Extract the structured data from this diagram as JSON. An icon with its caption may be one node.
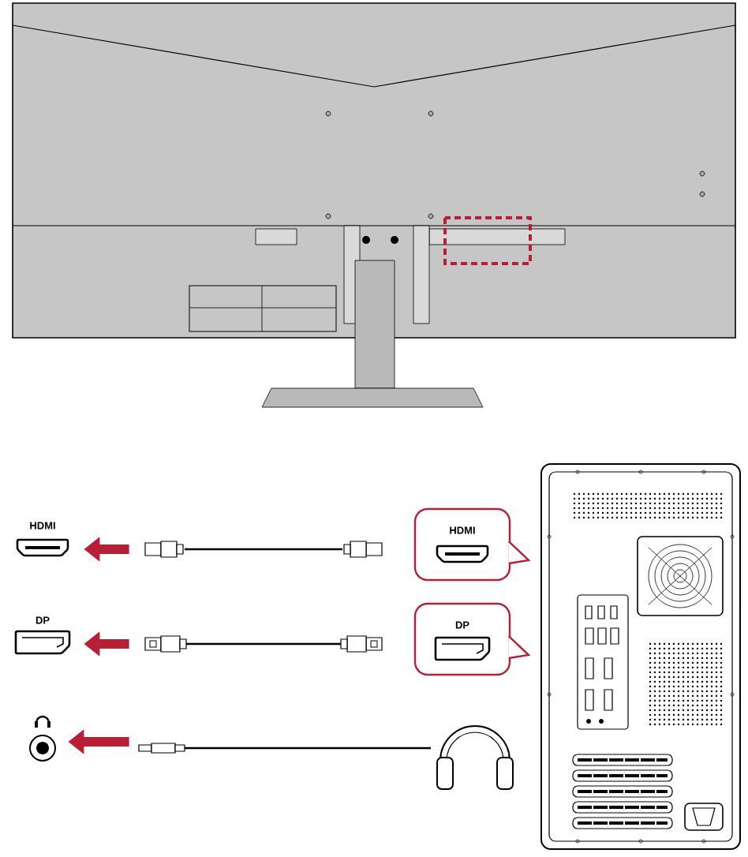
{
  "diagram": {
    "nodes": [
      {
        "text": [],
        "shape": "picture"
      },
      {
        "text": [
          "HDMI"
        ]
      },
      {
        "text": [],
        "shape": "picture"
      },
      {
        "text": [
          "HDMI"
        ]
      },
      {
        "text": [
          "DP"
        ]
      },
      {
        "text": [],
        "shape": "picture"
      },
      {
        "text": [
          "DP"
        ]
      },
      {
        "text": [],
        "shape": "picture"
      },
      {
        "text": [],
        "shape": "picture"
      },
      {
        "text": [],
        "shape": "picture"
      }
    ],
    "edges": [
      {
        "from": 2,
        "to": 1,
        "arrow": "to",
        "color": "#b81f36"
      },
      {
        "from": 5,
        "to": 4,
        "arrow": "to",
        "color": "#b81f36"
      },
      {
        "from": 8,
        "to": 7,
        "arrow": "to",
        "color": "#b81f36"
      }
    ]
  }
}
